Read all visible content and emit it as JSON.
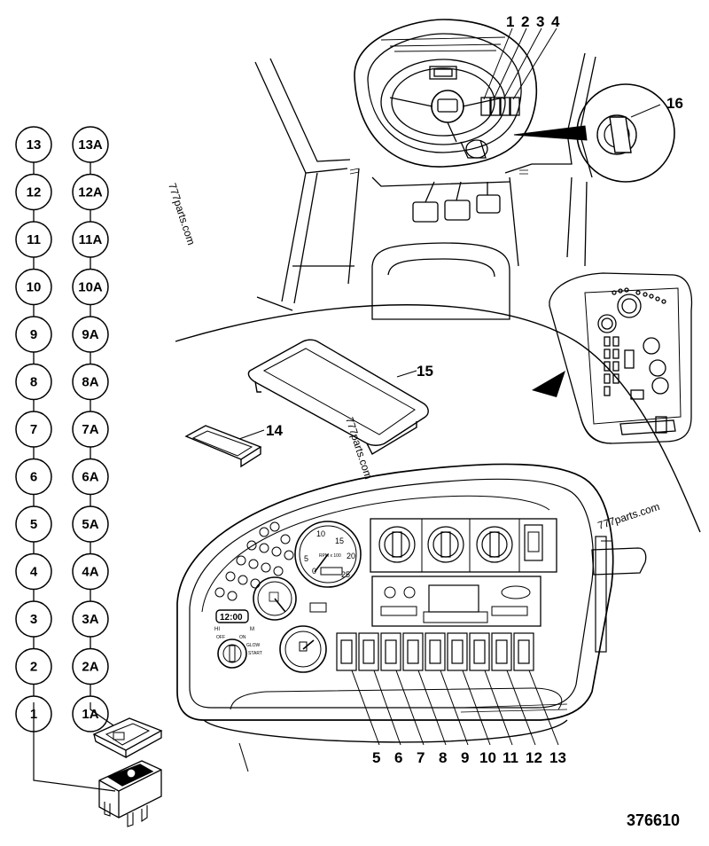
{
  "left_column": [
    "13",
    "12",
    "11",
    "10",
    "9",
    "8",
    "7",
    "6",
    "5",
    "4",
    "3",
    "2",
    "1"
  ],
  "right_column": [
    "13A",
    "12A",
    "11A",
    "10A",
    "9A",
    "8A",
    "7A",
    "6A",
    "5A",
    "4A",
    "3A",
    "2A",
    "1A"
  ],
  "top_callouts": [
    "1",
    "2",
    "3",
    "4"
  ],
  "ignition_callout": "16",
  "panel_callouts": [
    "5",
    "6",
    "7",
    "8",
    "9",
    "10",
    "11",
    "12",
    "13"
  ],
  "cover_callouts": {
    "large": "15",
    "small": "14"
  },
  "dial_text": {
    "n10": "10",
    "n15": "15",
    "n5": "5",
    "n20": "20",
    "n0": "0",
    "n25": "25",
    "rpm": "RPM x 100"
  },
  "clock_text": "12:00",
  "indicator_text": {
    "hi": "HI",
    "m": "M"
  },
  "key_text": {
    "off": "OFF",
    "on": "ON",
    "glow": "GLOW",
    "start": "START"
  },
  "watermarks": [
    "777parts.com",
    "777parts.com",
    "777parts.com"
  ],
  "drawing_number": "376610"
}
